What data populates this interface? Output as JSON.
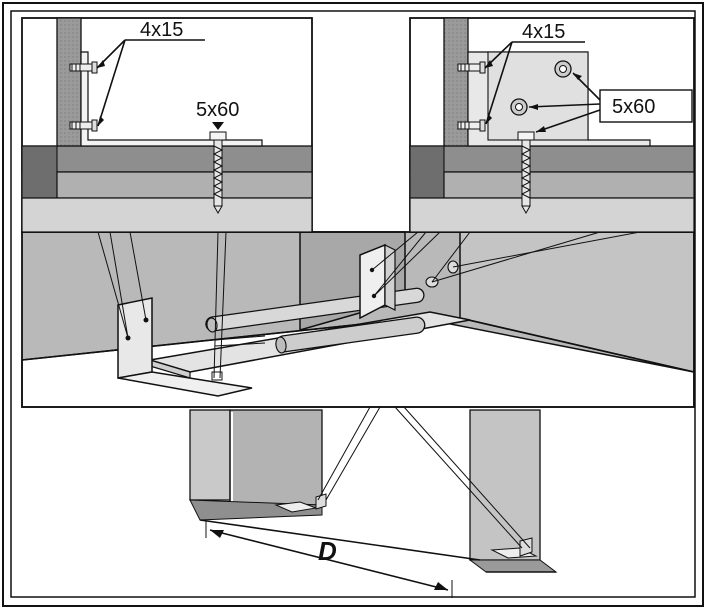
{
  "labels": {
    "left_small_screw": "4x15",
    "left_long_screw": "5x60",
    "right_small_screw": "4x15",
    "right_long_screw": "5x60",
    "distance": "D"
  }
}
